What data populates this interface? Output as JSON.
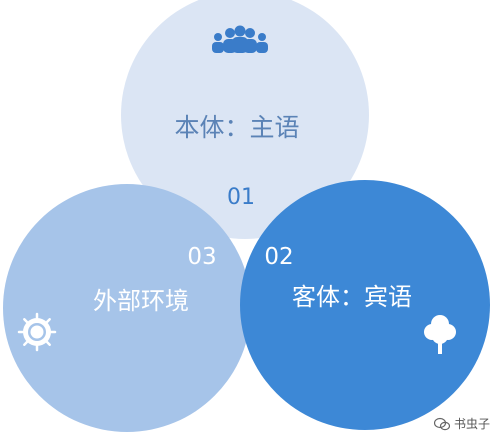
{
  "diagram": {
    "top": {
      "number": "01",
      "label": "本体：主语",
      "icon": "people-group-icon",
      "color": "#dbe5f4",
      "text_color": "#5b83b6"
    },
    "left": {
      "number": "03",
      "label": "外部环境",
      "icon": "sun-icon",
      "color": "#9dbde6",
      "text_color": "#ffffff"
    },
    "right": {
      "number": "02",
      "label": "客体：宾语",
      "icon": "tree-icon",
      "color": "#3d88d6",
      "text_color": "#ffffff"
    }
  },
  "colors": {
    "top_icon": "#3a7cc9",
    "number_top": "#3a7cc9"
  },
  "watermark": {
    "text": "书虫子",
    "icon": "chat-bubble-icon"
  }
}
